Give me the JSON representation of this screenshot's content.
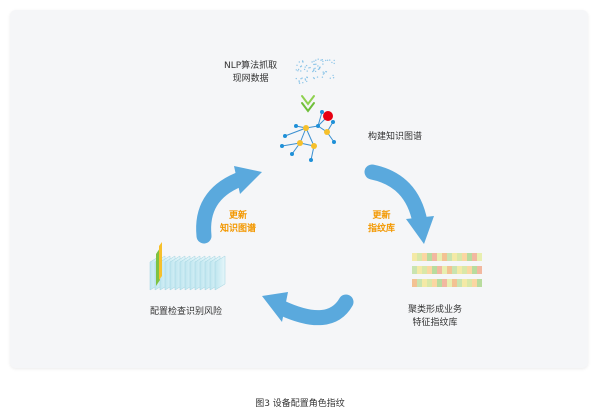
{
  "labels": {
    "nlp_line1": "NLP算法抓取",
    "nlp_line2": "现网数据",
    "build_graph": "构建知识图谱",
    "update_fp_line1": "更新",
    "update_fp_line2": "指纹库",
    "update_kg_line1": "更新",
    "update_kg_line2": "知识图谱",
    "cluster_line1": "聚类形成业务",
    "cluster_line2": "特征指纹库",
    "config_check": "配置检查识别风险"
  },
  "caption": "图3  设备配置角色指纹",
  "colors": {
    "arrow": "#5aa9dd",
    "accent": "#f39800",
    "node_blue": "#1e90d8",
    "node_yellow": "#f6c02b",
    "node_red": "#e60012",
    "check_green": "#7fc241",
    "fingerprint_palette": [
      "#f4e9a6",
      "#b8dc9e",
      "#f3c293",
      "#d9e8a8",
      "#f2b8a0",
      "#c9e4b0",
      "#fbd6a2",
      "#e8efb0"
    ]
  },
  "icons": {
    "scatter": "point-cloud-icon",
    "funnel": "chevron-down-icon",
    "graph": "knowledge-graph-icon",
    "fingerprint": "fingerprint-bars-icon",
    "check": "config-stack-icon"
  }
}
